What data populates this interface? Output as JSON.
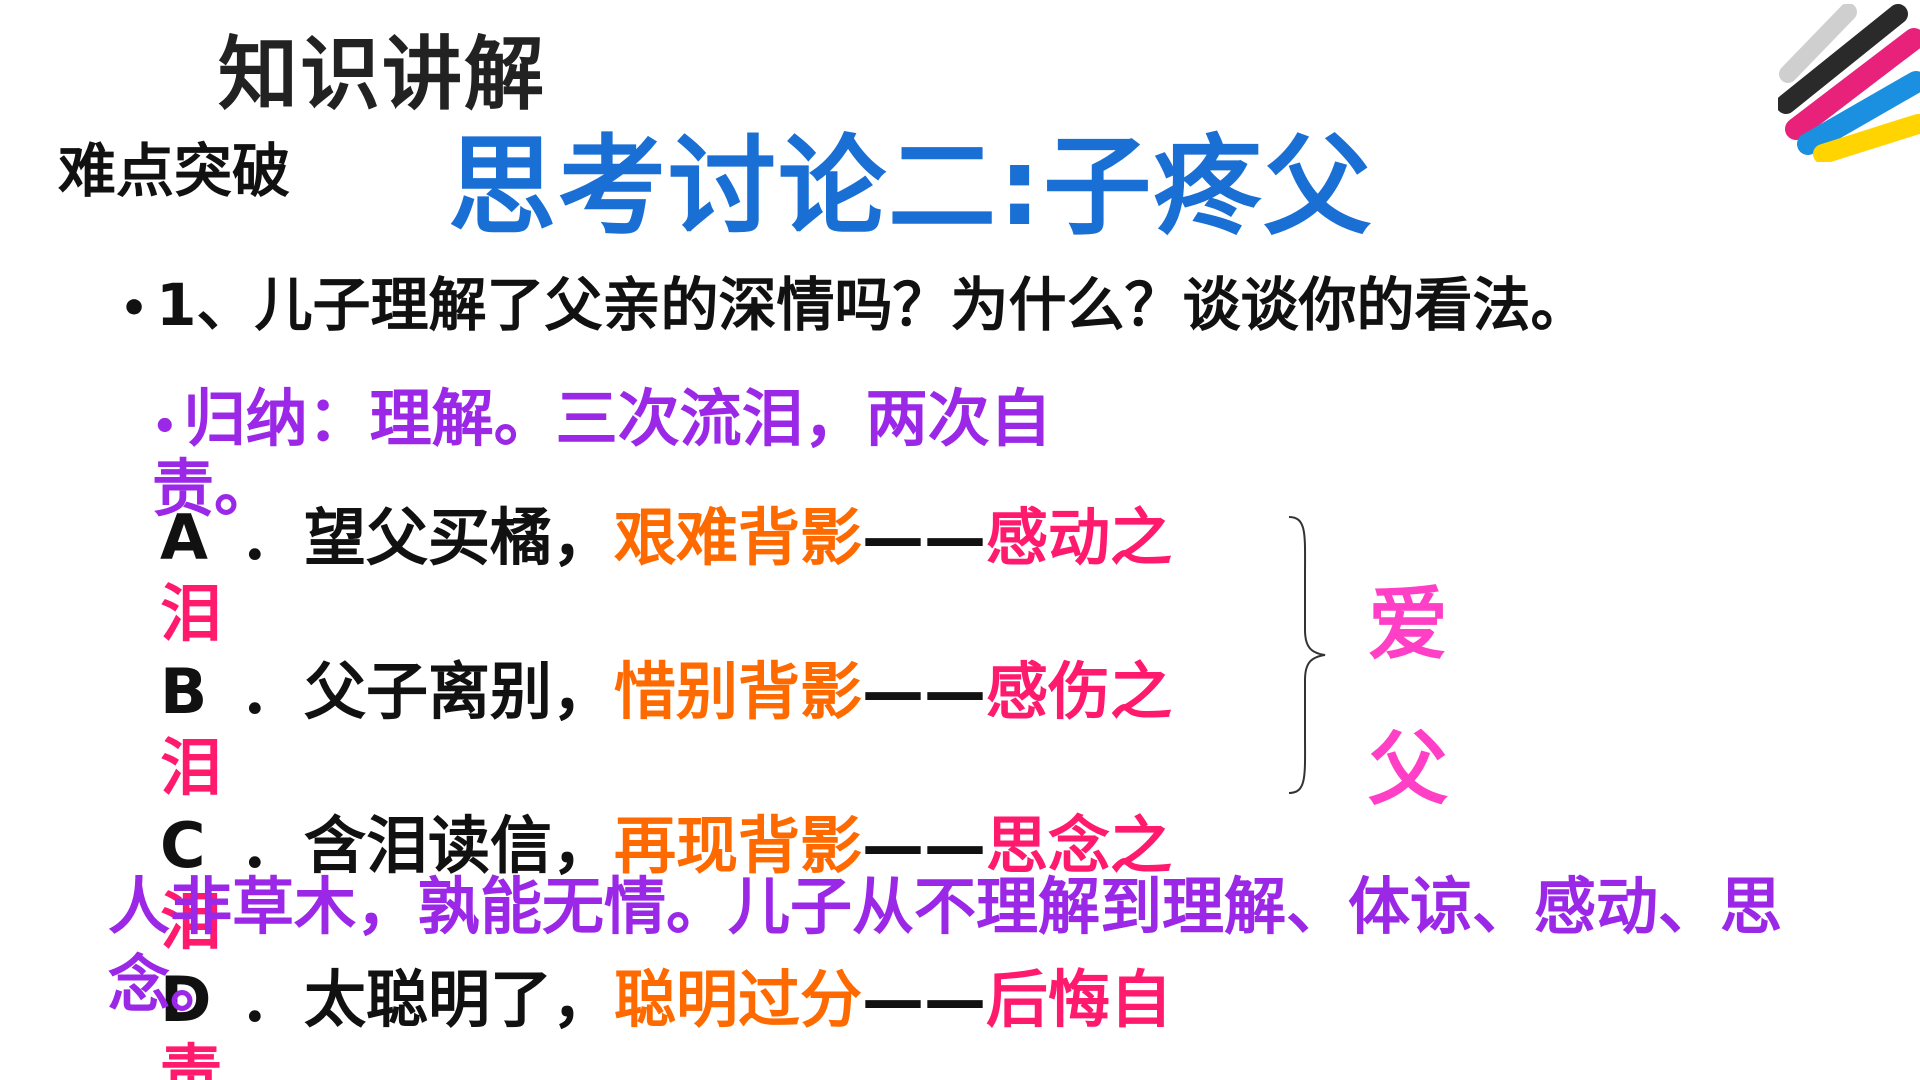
{
  "header": {
    "section": "知识讲解",
    "subsection": "难点突破",
    "title": "思考讨论二:子疼父"
  },
  "question": {
    "bullet": "•",
    "text": "1、儿子理解了父亲的深情吗？为什么？谈谈你的看法。"
  },
  "summary": {
    "bullet": "•",
    "text": "归纳：理解。三次流泪，两次自责。"
  },
  "items": [
    {
      "letter": "A",
      "sep": "．",
      "event": "望父买橘，",
      "scene": "艰难背影",
      "dash": "——",
      "emotion": "感动之",
      "tail": "泪"
    },
    {
      "letter": "B",
      "sep": "．",
      "event": "父子离别，",
      "scene": "惜别背影",
      "dash": "——",
      "emotion": "感伤之",
      "tail": "泪"
    },
    {
      "letter": "C",
      "sep": "．",
      "event": "含泪读信，",
      "scene": "再现背影",
      "dash": "——",
      "emotion": "思念之",
      "tail": "泪"
    },
    {
      "letter": "D",
      "sep": "．",
      "event": "太聪明了，",
      "scene": "聪明过分",
      "dash": "——",
      "emotion": "后悔自",
      "tail": "责"
    }
  ],
  "side_label": {
    "char1": "爱",
    "char2": "父"
  },
  "conclusion": "人非草木，孰能无情。儿子从不理解到理解、体谅、感动、思念。",
  "colors": {
    "title_blue": "#1a6fd4",
    "purple": "#9a28e6",
    "orange": "#ff6a00",
    "pink": "#ff1a6e",
    "magenta": "#ff3fc6"
  },
  "icons": {
    "logo": "color-stripes-logo-icon",
    "brace": "right-brace-icon"
  }
}
